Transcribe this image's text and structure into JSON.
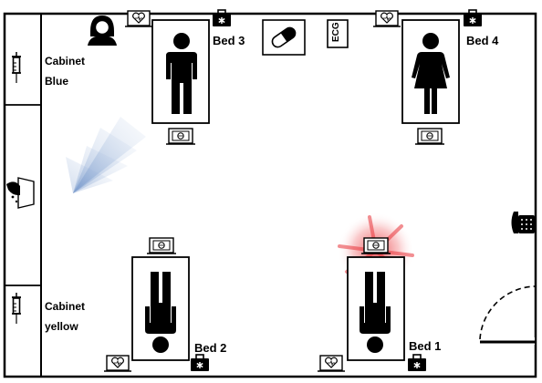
{
  "beds": [
    {
      "id": "bed-1",
      "label": "Bed 1",
      "patient": "male",
      "orientation": "feet-up",
      "alarm": true
    },
    {
      "id": "bed-2",
      "label": "Bed 2",
      "patient": "male",
      "orientation": "feet-up",
      "alarm": false
    },
    {
      "id": "bed-3",
      "label": "Bed 3",
      "patient": "male",
      "orientation": "head-up",
      "alarm": false
    },
    {
      "id": "bed-4",
      "label": "Bed 4",
      "patient": "female",
      "orientation": "head-up",
      "alarm": false
    }
  ],
  "cabinets": [
    {
      "line1": "Cabinet",
      "line2": "Blue",
      "icon": "syringe-icon"
    },
    {
      "line1": "Cabinet",
      "line2": "yellow",
      "icon": "syringe-icon"
    }
  ],
  "equipment": {
    "ecg_label": "ECG",
    "medication_icon": "pill-icon",
    "phone_icon": "phone-icon",
    "nurse_icon": "nurse-icon",
    "hand_sanitizer_icon": "hand-sanitizer-icon"
  },
  "colors": {
    "alarm": "#e8343a",
    "sensor_cone": "#6f95c9",
    "wall": "#000000"
  }
}
